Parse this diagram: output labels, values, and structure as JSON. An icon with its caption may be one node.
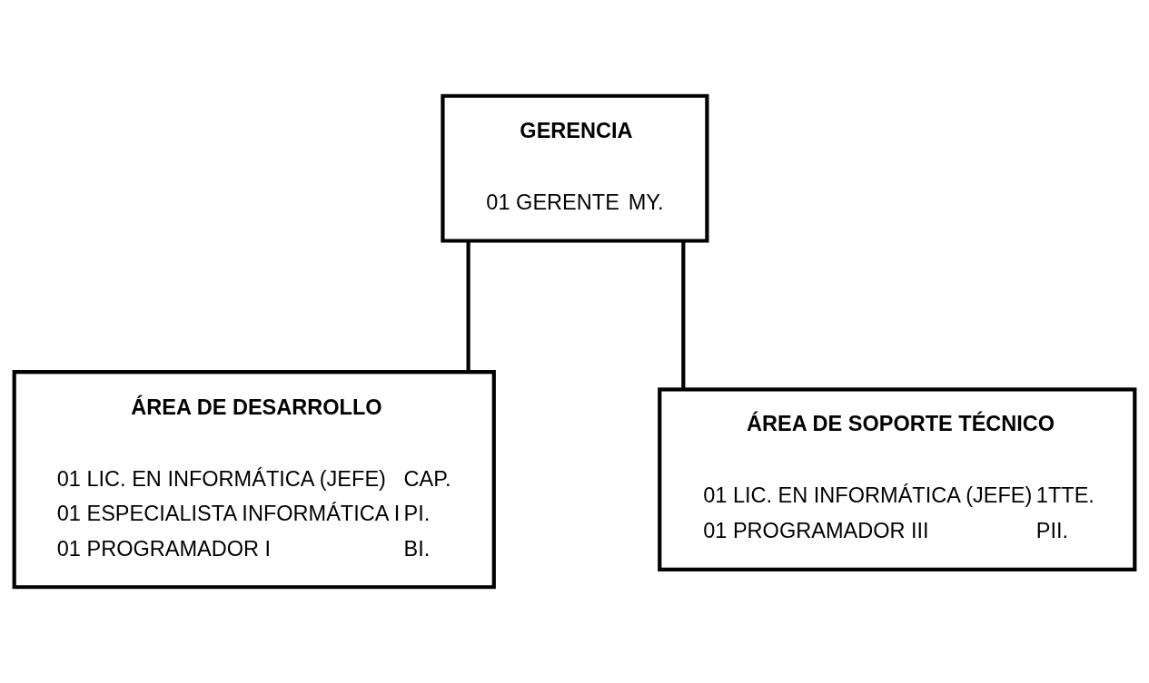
{
  "diagram": {
    "nodes": [
      {
        "text": [
          "GERENCIA",
          "01 GERENTE",
          "MY."
        ]
      },
      {
        "text": [
          "ÁREA DE DESARROLLO",
          "01 LIC. EN INFORMÁTICA (JEFE)",
          "CAP.",
          "01 ESPECIALISTA INFORMÁTICA I",
          "PI.",
          "01 PROGRAMADOR I",
          "BI."
        ]
      },
      {
        "text": [
          "ÁREA DE SOPORTE TÉCNICO",
          "01 LIC. EN INFORMÁTICA (JEFE)",
          "1TTE.",
          "01 PROGRAMADOR III",
          "PII."
        ]
      }
    ],
    "edges": [
      {
        "from": 0,
        "to": 1,
        "arrow": "none"
      },
      {
        "from": 0,
        "to": 2,
        "arrow": "none"
      }
    ]
  }
}
